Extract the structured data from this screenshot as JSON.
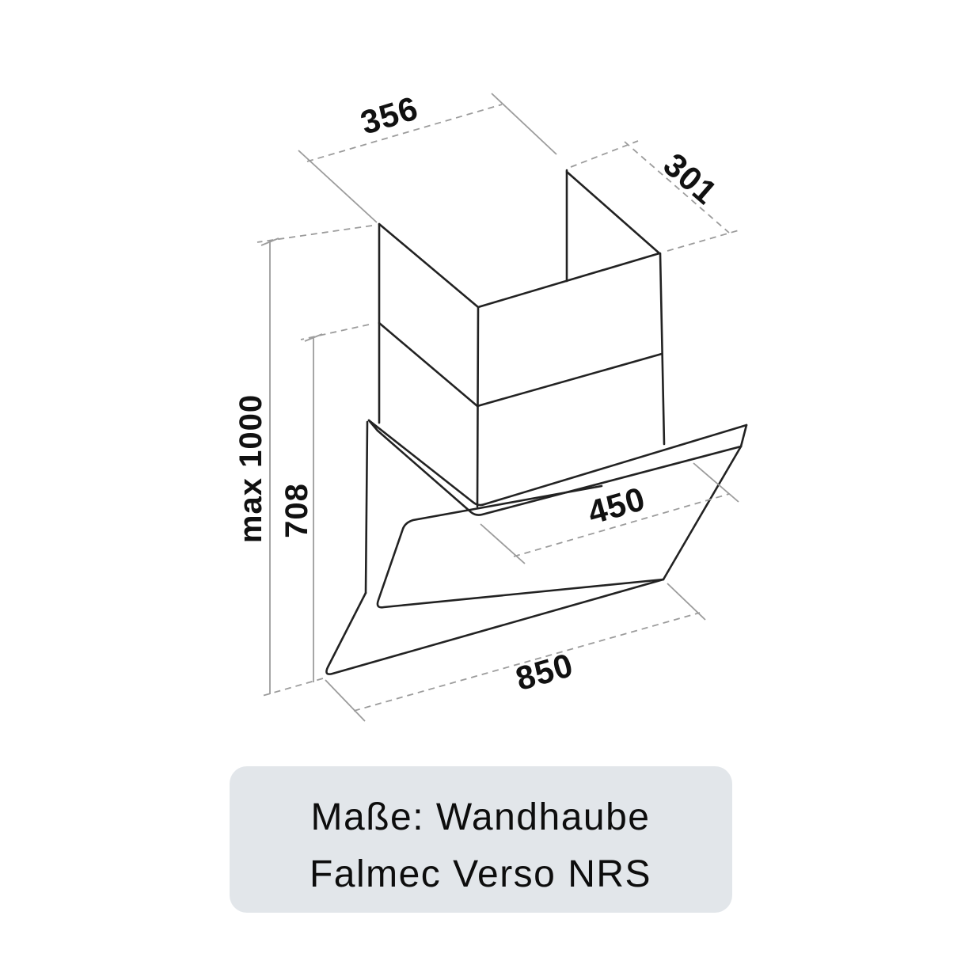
{
  "diagram": {
    "title": "Wall hood dimension drawing",
    "dimensions": {
      "chimney_width": "356",
      "chimney_depth": "301",
      "height_max": "max 1000",
      "height_lower_section": "708",
      "glass_panel_width": "450",
      "hood_width": "850"
    }
  },
  "caption": {
    "line1": "Maße: Wandhaube",
    "line2": "Falmec Verso NRS"
  },
  "colors": {
    "background": "#ffffff",
    "object_line": "#222222",
    "dimension_line": "#9c9c9c",
    "dimension_text": "#111111",
    "caption_bg": "#e2e6ea",
    "caption_text": "#0d0d0d"
  }
}
